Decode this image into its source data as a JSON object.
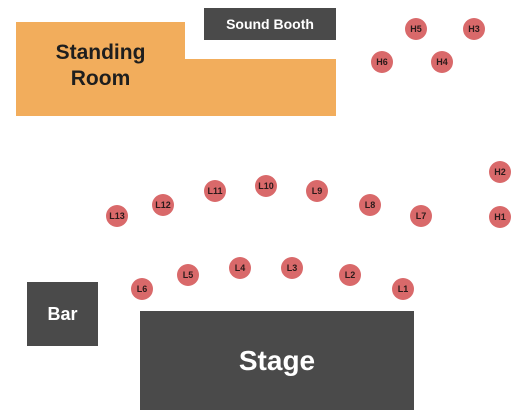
{
  "colors": {
    "standing_room": "#f2ad5c",
    "venue_block": "#4a4a4a",
    "table": "#d9696a"
  },
  "standing_room": {
    "label_line1": "Standing",
    "label_line2": "Room"
  },
  "sound_booth": {
    "label": "Sound Booth"
  },
  "bar": {
    "label": "Bar"
  },
  "stage": {
    "label": "Stage"
  },
  "tables": [
    {
      "label": "H5"
    },
    {
      "label": "H3"
    },
    {
      "label": "H6"
    },
    {
      "label": "H4"
    },
    {
      "label": "H2"
    },
    {
      "label": "H1"
    },
    {
      "label": "L13"
    },
    {
      "label": "L12"
    },
    {
      "label": "L11"
    },
    {
      "label": "L10"
    },
    {
      "label": "L9"
    },
    {
      "label": "L8"
    },
    {
      "label": "L7"
    },
    {
      "label": "L6"
    },
    {
      "label": "L5"
    },
    {
      "label": "L4"
    },
    {
      "label": "L3"
    },
    {
      "label": "L2"
    },
    {
      "label": "L1"
    }
  ]
}
